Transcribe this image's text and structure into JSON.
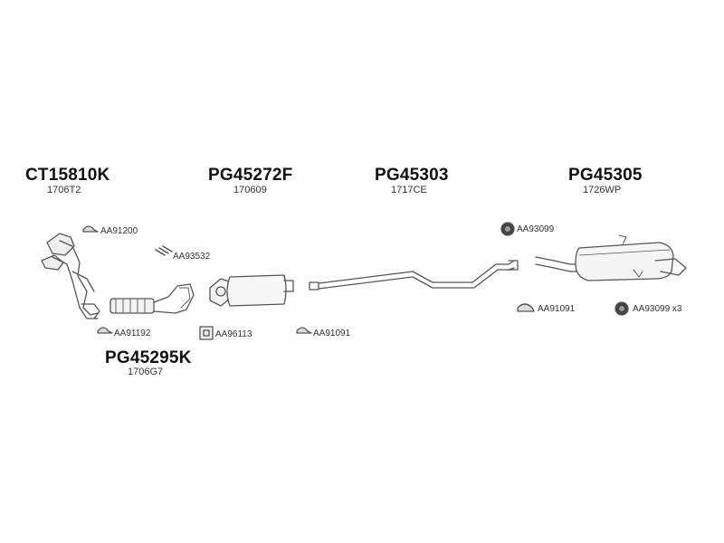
{
  "parts": [
    {
      "code": "CT15810K",
      "ref": "1706T2"
    },
    {
      "code": "PG45272F",
      "ref": "170609"
    },
    {
      "code": "PG45303",
      "ref": "1717CE"
    },
    {
      "code": "PG45305",
      "ref": "1726WP"
    },
    {
      "code": "PG45295K",
      "ref": "1706G7"
    }
  ],
  "accessories": [
    {
      "code": "AA91200",
      "icon": "clamp-icon"
    },
    {
      "code": "AA93532",
      "icon": "bolt-set-icon"
    },
    {
      "code": "AA91192",
      "icon": "clamp-icon"
    },
    {
      "code": "AA96113",
      "icon": "gasket-icon"
    },
    {
      "code": "AA91091",
      "icon": "clamp-icon"
    },
    {
      "code": "AA93099",
      "icon": "rubber-mount-icon"
    },
    {
      "code": "AA91091",
      "icon": "clamp-icon"
    },
    {
      "code": "AA93099 x3",
      "icon": "rubber-mount-icon"
    }
  ]
}
